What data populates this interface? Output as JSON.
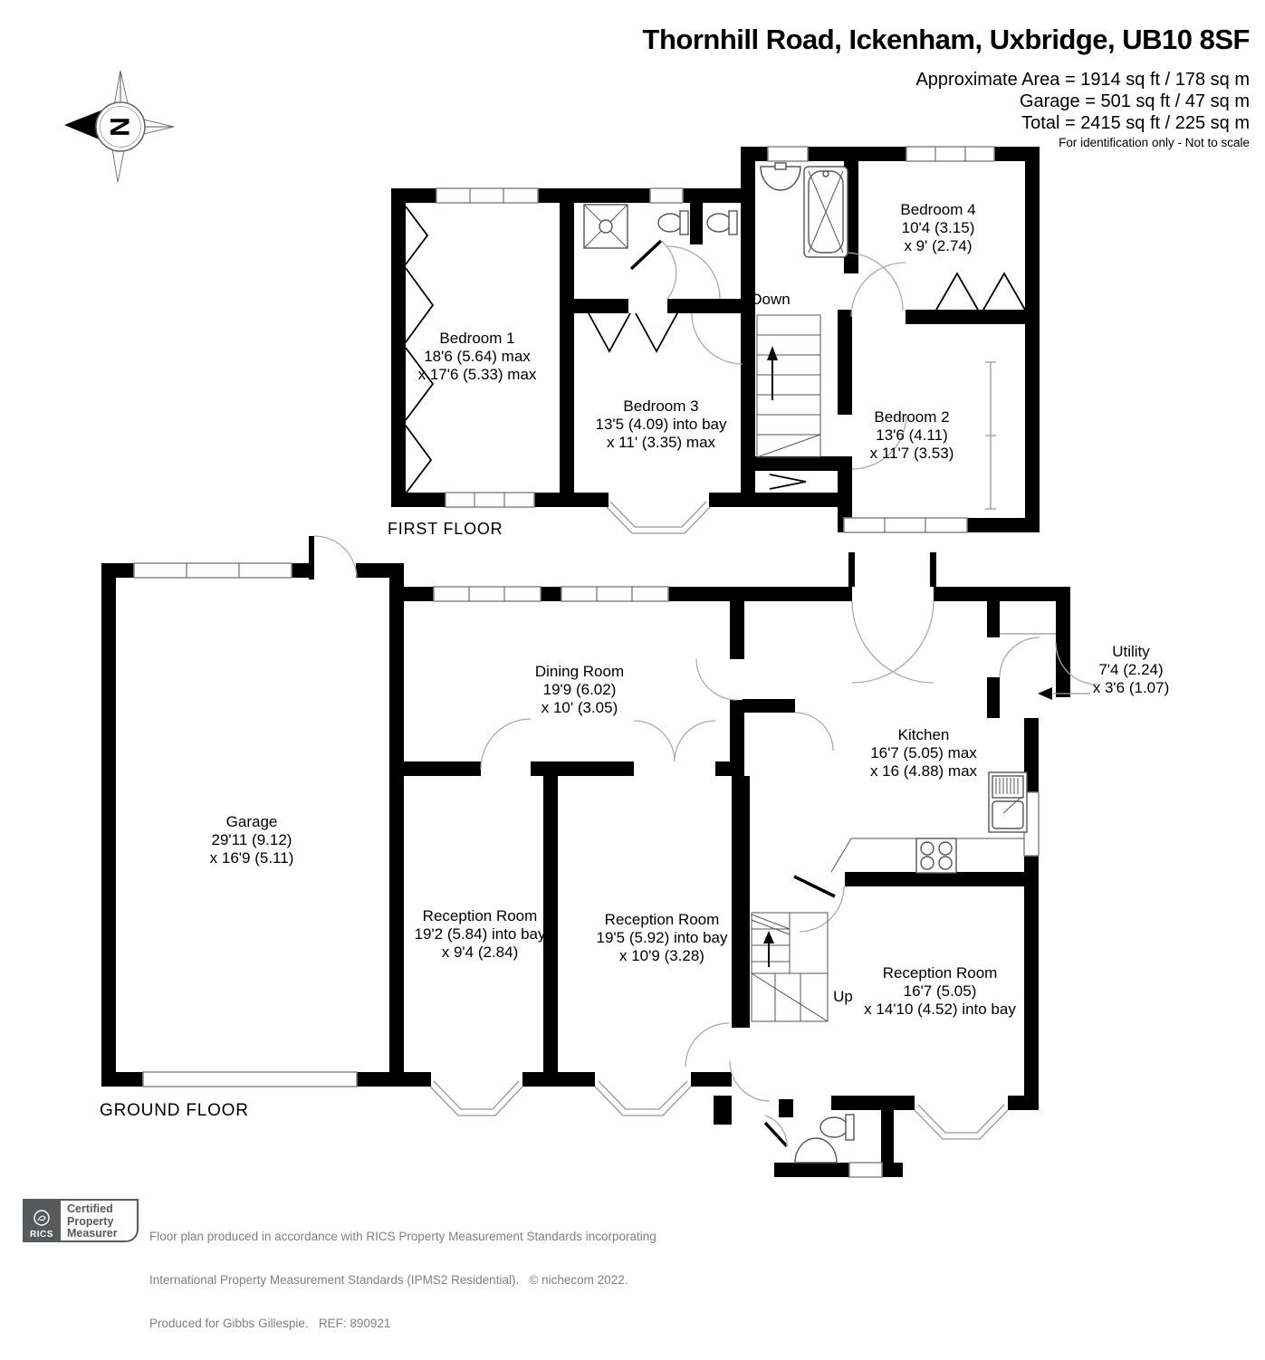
{
  "header": {
    "title": "Thornhill Road, Ickenham, Uxbridge, UB10 8SF",
    "area1": "Approximate Area = 1914 sq ft / 178 sq m",
    "area2": "Garage = 501 sq ft / 47 sq m",
    "area3": "Total = 2415 sq ft / 225 sq m",
    "disclaimer": "For identification only - Not to scale"
  },
  "compass": {
    "north_label": "N"
  },
  "first_floor": {
    "label": "FIRST FLOOR",
    "stairs_label": "Down"
  },
  "ground_floor": {
    "label": "GROUND FLOOR",
    "stairs_label": "Up"
  },
  "rooms": {
    "bedroom1": {
      "name": "Bedroom 1",
      "dim1": "18'6 (5.64) max",
      "dim2": "x 17'6 (5.33) max"
    },
    "bedroom2": {
      "name": "Bedroom 2",
      "dim1": "13'6 (4.11)",
      "dim2": "x 11'7 (3.53)"
    },
    "bedroom3": {
      "name": "Bedroom 3",
      "dim1": "13'5 (4.09) into bay",
      "dim2": "x 11' (3.35) max"
    },
    "bedroom4": {
      "name": "Bedroom 4",
      "dim1": "10'4 (3.15)",
      "dim2": "x 9' (2.74)"
    },
    "dining_room": {
      "name": "Dining Room",
      "dim1": "19'9 (6.02)",
      "dim2": "x 10' (3.05)"
    },
    "kitchen": {
      "name": "Kitchen",
      "dim1": "16'7 (5.05) max",
      "dim2": "x 16 (4.88) max"
    },
    "utility": {
      "name": "Utility",
      "dim1": "7'4 (2.24)",
      "dim2": "x 3'6 (1.07)"
    },
    "garage": {
      "name": "Garage",
      "dim1": "29'11 (9.12)",
      "dim2": "x 16'9 (5.11)"
    },
    "reception1": {
      "name": "Reception Room",
      "dim1": "19'2 (5.84) into bay",
      "dim2": "x 9'4 (2.84)"
    },
    "reception2": {
      "name": "Reception Room",
      "dim1": "19'5 (5.92) into bay",
      "dim2": "x 10'9 (3.28)"
    },
    "reception3": {
      "name": "Reception Room",
      "dim1": "16'7 (5.05)",
      "dim2": "x 14'10 (4.52) into bay"
    }
  },
  "footer": {
    "rics_label": "RICS",
    "badge_line1": "Certified",
    "badge_line2": "Property",
    "badge_line3": "Measurer",
    "note1": "Floor plan produced in accordance with RICS Property Measurement Standards incorporating",
    "note2": "International Property Measurement Standards (IPMS2 Residential).   © nichecom 2022.",
    "note3": "Produced for Gibbs Gillespie.   REF: 890921"
  },
  "colors": {
    "wall": "#000000",
    "background": "#ffffff",
    "footer_grey": "#58595b",
    "note_grey": "#7d7f83"
  }
}
